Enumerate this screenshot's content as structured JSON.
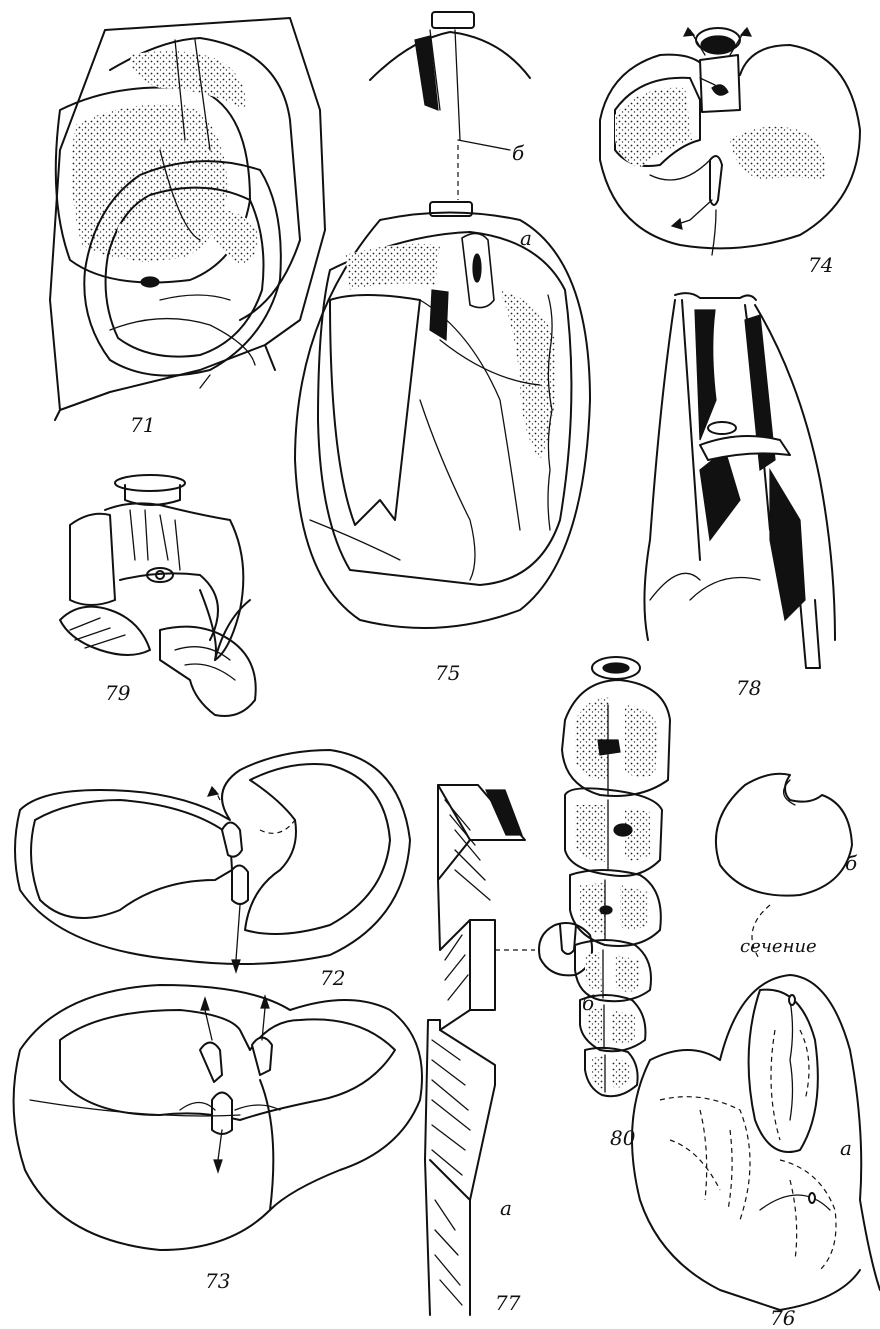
{
  "figures": [
    {
      "id": "fig71",
      "number": "71"
    },
    {
      "id": "fig72",
      "number": "72"
    },
    {
      "id": "fig73",
      "number": "73"
    },
    {
      "id": "fig74",
      "number": "74"
    },
    {
      "id": "fig75",
      "number": "75",
      "sub_labels": [
        "а",
        "б"
      ]
    },
    {
      "id": "fig76",
      "number": "76",
      "sub_labels": [
        "а",
        "б"
      ],
      "annotation": "сечение"
    },
    {
      "id": "fig77",
      "number": "77",
      "sub_labels": [
        "а",
        "б"
      ]
    },
    {
      "id": "fig78",
      "number": "78"
    },
    {
      "id": "fig79",
      "number": "79"
    },
    {
      "id": "fig80",
      "number": "80"
    }
  ]
}
